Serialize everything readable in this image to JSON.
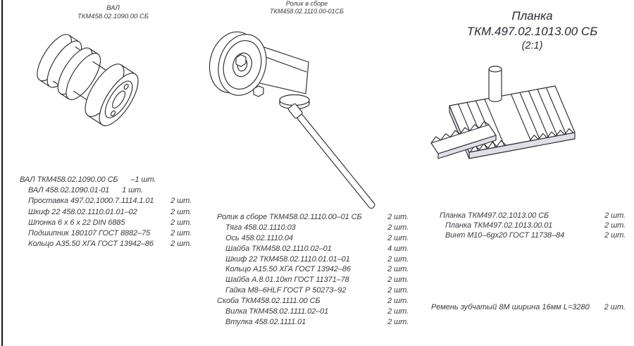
{
  "page": {
    "bg": "#ffffff",
    "ink": "#3a3a42",
    "line": "#2c2c35"
  },
  "headings": {
    "shaft": {
      "line1": "ВАЛ",
      "line2": "ТКМ458.02.1090.00 СБ"
    },
    "roller": {
      "line1": "Ролик в сборе",
      "line2": "ТКМ458.02.1110.00-01СБ"
    },
    "plate": {
      "line1": "Планка",
      "line2": "ТКМ.497.02.1013.00 СБ",
      "line3": "(2:1)"
    }
  },
  "lists": {
    "shaft": [
      {
        "name": "ВАЛ  ТКМ458.02.1090.00 СБ",
        "qty": "–1 шт.",
        "tight": true
      },
      {
        "name": "ВАЛ  458.02.1090.01-01",
        "qty": "1 шт.",
        "indent": true,
        "tight": true
      },
      {
        "name": "Проставка  497.02.1000.7.1114.1.01",
        "qty": "2 шт.",
        "indent": true
      },
      {
        "name": "Шкиф 22  458.02.1110.01.01–02",
        "qty": "2 шт.",
        "indent": true
      },
      {
        "name": "Шпонка 6 х 6 х 22 DIN 6885",
        "qty": "2 шт.",
        "indent": true
      },
      {
        "name": "Подшипник 180107 ГОСТ 8882–75",
        "qty": "2 шт.",
        "indent": true
      },
      {
        "name": "Кольцо А35.50 ХГА ГОСТ 13942–86",
        "qty": "2 шт.",
        "indent": true
      }
    ],
    "roller": [
      {
        "name": "Ролик в сборе  ТКМ458.02.1110.00–01 СБ",
        "qty": "2 шт."
      },
      {
        "name": "Тяга 458.02.1110.03",
        "qty": "2 шт.",
        "indent": true
      },
      {
        "name": "Ось 458.02.1110.04",
        "qty": "2 шт.",
        "indent": true
      },
      {
        "name": "Шайба ТКМ458.02.1110.02–01",
        "qty": "4 шт.",
        "indent": true
      },
      {
        "name": "Шкиф 22 ТКМ458.02.1110.01.01–01",
        "qty": "2 шт.",
        "indent": true
      },
      {
        "name": "Кольцо А15.50 ХГА ГОСТ 13942–86",
        "qty": "2 шт.",
        "indent": true
      },
      {
        "name": "Шайба А.8.01.10кп ГОСТ 11371–78",
        "qty": "2 шт.",
        "indent": true
      },
      {
        "name": "Гайка М8–6HLF ГОСТ Р 50273–92",
        "qty": "2 шт.",
        "indent": true
      },
      {
        "name": "Скоба  ТКМ458.02.1111.00 СБ",
        "qty": "2 шт."
      },
      {
        "name": "Вилка ТКМ458.02.1111.02–01",
        "qty": "2 шт.",
        "indent": true
      },
      {
        "name": "Втулка  458.02.1111.01",
        "qty": "2 шт.",
        "indent": true
      }
    ],
    "plate": [
      {
        "name": "Планка ТКМ497.02.1013.00 СБ",
        "qty": "2 шт."
      },
      {
        "name": "Планка ТКМ497.02.1013.00.01",
        "qty": "2 шт.",
        "indent": true
      },
      {
        "name": "Винт М10–6gх20 ГОСТ 11738–84",
        "qty": "2 шт.",
        "indent": true
      }
    ]
  },
  "belt_note": {
    "name": "Ремень зубчатый 8М ширина 16мм L=3280",
    "qty": "2 шт."
  }
}
